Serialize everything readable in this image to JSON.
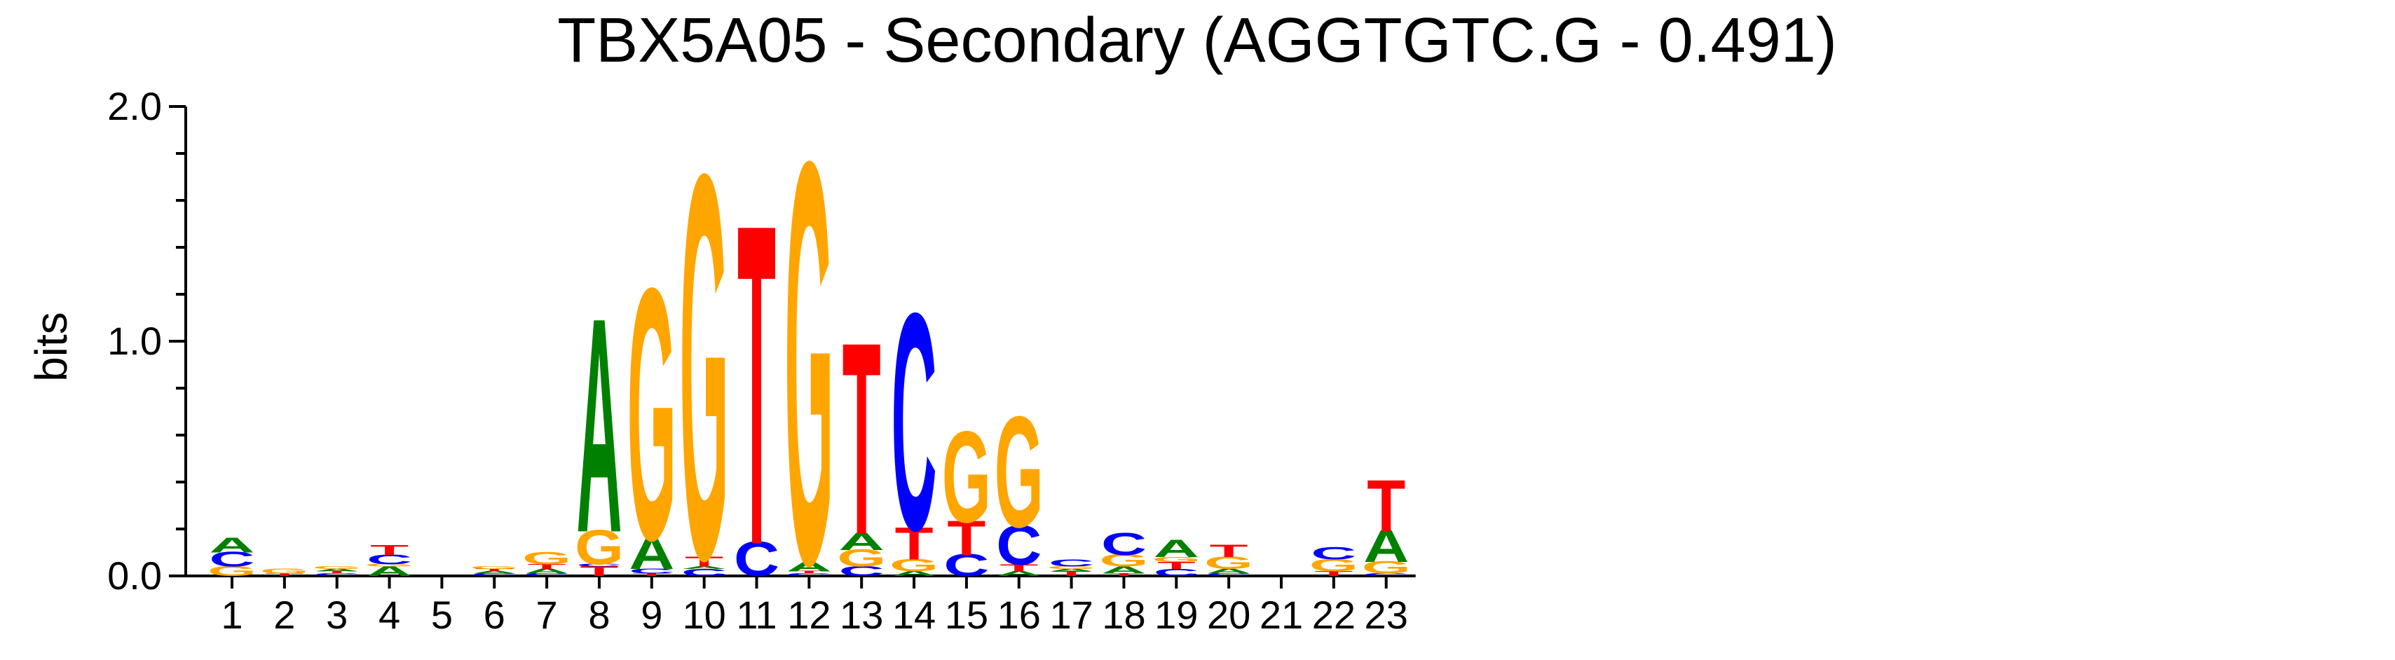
{
  "chart_data": {
    "type": "sequence-logo",
    "title": "TBX5A05 - Secondary (AGGTGTC.G - 0.491)",
    "ylabel": "bits",
    "ylim": [
      0,
      2
    ],
    "yticks": [
      "0.0",
      "1.0",
      "2.0"
    ],
    "colors": {
      "A": "#008000",
      "C": "#0000ff",
      "G": "#ffa500",
      "T": "#ff0000"
    },
    "positions": [
      {
        "pos": "1",
        "letters": [
          {
            "b": "G",
            "h": 0.04
          },
          {
            "b": "C",
            "h": 0.06
          },
          {
            "b": "A",
            "h": 0.06
          }
        ]
      },
      {
        "pos": "2",
        "letters": [
          {
            "b": "T",
            "h": 0.01
          },
          {
            "b": "G",
            "h": 0.02
          }
        ]
      },
      {
        "pos": "3",
        "letters": [
          {
            "b": "C",
            "h": 0.01
          },
          {
            "b": "T",
            "h": 0.01
          },
          {
            "b": "A",
            "h": 0.01
          },
          {
            "b": "G",
            "h": 0.01
          }
        ]
      },
      {
        "pos": "4",
        "letters": [
          {
            "b": "A",
            "h": 0.04
          },
          {
            "b": "G",
            "h": 0.01
          },
          {
            "b": "C",
            "h": 0.04
          },
          {
            "b": "T",
            "h": 0.04
          }
        ]
      },
      {
        "pos": "5",
        "letters": []
      },
      {
        "pos": "6",
        "letters": [
          {
            "b": "C",
            "h": 0.01
          },
          {
            "b": "A",
            "h": 0.01
          },
          {
            "b": "T",
            "h": 0.01
          },
          {
            "b": "G",
            "h": 0.01
          }
        ]
      },
      {
        "pos": "7",
        "letters": [
          {
            "b": "C",
            "h": 0.01
          },
          {
            "b": "A",
            "h": 0.02
          },
          {
            "b": "T",
            "h": 0.02
          },
          {
            "b": "G",
            "h": 0.05
          }
        ]
      },
      {
        "pos": "8",
        "letters": [
          {
            "b": "T",
            "h": 0.04
          },
          {
            "b": "C",
            "h": 0.01
          },
          {
            "b": "G",
            "h": 0.14
          },
          {
            "b": "A",
            "h": 0.87
          }
        ]
      },
      {
        "pos": "9",
        "letters": [
          {
            "b": "T",
            "h": 0.01
          },
          {
            "b": "C",
            "h": 0.02
          },
          {
            "b": "A",
            "h": 0.13
          },
          {
            "b": "G",
            "h": 1.02
          }
        ]
      },
      {
        "pos": "10",
        "letters": [
          {
            "b": "C",
            "h": 0.03
          },
          {
            "b": "A",
            "h": 0.01
          },
          {
            "b": "T",
            "h": 0.04
          },
          {
            "b": "G",
            "h": 1.56
          }
        ]
      },
      {
        "pos": "11",
        "letters": [
          {
            "b": "C",
            "h": 0.14
          },
          {
            "b": "T",
            "h": 1.3
          }
        ]
      },
      {
        "pos": "12",
        "letters": [
          {
            "b": "C",
            "h": 0.01
          },
          {
            "b": "T",
            "h": 0.01
          },
          {
            "b": "A",
            "h": 0.04
          },
          {
            "b": "G",
            "h": 1.63
          }
        ]
      },
      {
        "pos": "13",
        "letters": [
          {
            "b": "C",
            "h": 0.04
          },
          {
            "b": "G",
            "h": 0.07
          },
          {
            "b": "A",
            "h": 0.07
          },
          {
            "b": "T",
            "h": 0.78
          }
        ]
      },
      {
        "pos": "14",
        "letters": [
          {
            "b": "A",
            "h": 0.02
          },
          {
            "b": "G",
            "h": 0.05
          },
          {
            "b": "T",
            "h": 0.13
          },
          {
            "b": "C",
            "h": 0.88
          }
        ]
      },
      {
        "pos": "15",
        "letters": [
          {
            "b": "C",
            "h": 0.09
          },
          {
            "b": "T",
            "h": 0.14
          },
          {
            "b": "G",
            "h": 0.37
          }
        ]
      },
      {
        "pos": "16",
        "letters": [
          {
            "b": "A",
            "h": 0.02
          },
          {
            "b": "T",
            "h": 0.03
          },
          {
            "b": "C",
            "h": 0.16
          },
          {
            "b": "G",
            "h": 0.45
          }
        ]
      },
      {
        "pos": "17",
        "letters": [
          {
            "b": "T",
            "h": 0.02
          },
          {
            "b": "A",
            "h": 0.01
          },
          {
            "b": "G",
            "h": 0.01
          },
          {
            "b": "C",
            "h": 0.03
          }
        ]
      },
      {
        "pos": "18",
        "letters": [
          {
            "b": "T",
            "h": 0.01
          },
          {
            "b": "A",
            "h": 0.03
          },
          {
            "b": "G",
            "h": 0.05
          },
          {
            "b": "C",
            "h": 0.09
          }
        ]
      },
      {
        "pos": "19",
        "letters": [
          {
            "b": "C",
            "h": 0.03
          },
          {
            "b": "T",
            "h": 0.03
          },
          {
            "b": "G",
            "h": 0.02
          },
          {
            "b": "A",
            "h": 0.07
          }
        ]
      },
      {
        "pos": "20",
        "letters": [
          {
            "b": "C",
            "h": 0.01
          },
          {
            "b": "A",
            "h": 0.02
          },
          {
            "b": "G",
            "h": 0.05
          },
          {
            "b": "T",
            "h": 0.05
          }
        ]
      },
      {
        "pos": "21",
        "letters": []
      },
      {
        "pos": "22",
        "letters": [
          {
            "b": "T",
            "h": 0.02
          },
          {
            "b": "G",
            "h": 0.05
          },
          {
            "b": "C",
            "h": 0.05
          }
        ]
      },
      {
        "pos": "23",
        "letters": [
          {
            "b": "C",
            "h": 0.01
          },
          {
            "b": "G",
            "h": 0.05
          },
          {
            "b": "A",
            "h": 0.13
          },
          {
            "b": "T",
            "h": 0.21
          }
        ]
      }
    ]
  }
}
